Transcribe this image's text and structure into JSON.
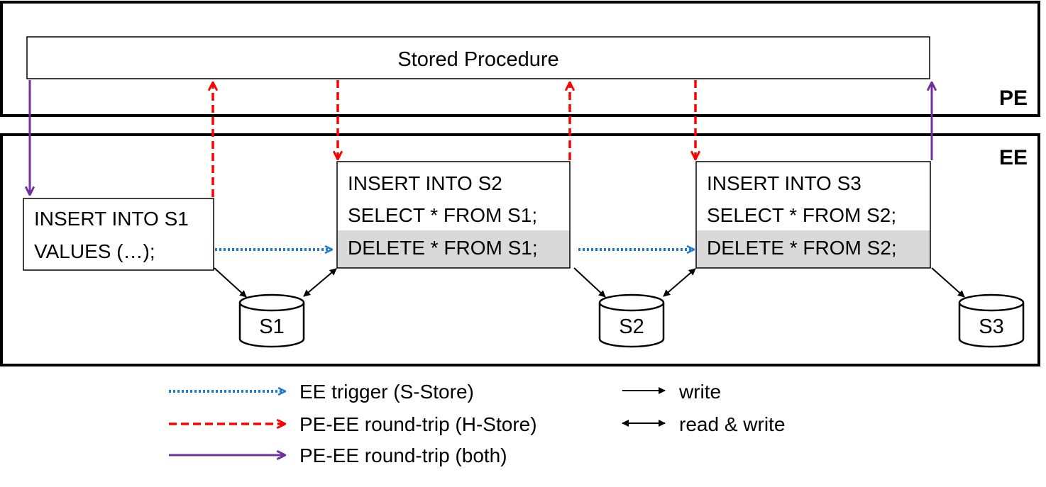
{
  "layers": {
    "pe_label": "PE",
    "ee_label": "EE"
  },
  "stored_procedure": {
    "label": "Stored Procedure"
  },
  "statements": [
    {
      "lines": [
        "INSERT INTO S1",
        "VALUES (…);"
      ]
    },
    {
      "lines": [
        "INSERT INTO S2",
        "SELECT * FROM S1;",
        "DELETE * FROM S1;"
      ]
    },
    {
      "lines": [
        "INSERT INTO S3",
        "SELECT * FROM S2;",
        "DELETE * FROM S2;"
      ]
    }
  ],
  "stores": [
    {
      "label": "S1"
    },
    {
      "label": "S2"
    },
    {
      "label": "S3"
    }
  ],
  "legend": {
    "ee_trigger": "EE trigger (S-Store)",
    "roundtrip_hstore": "PE-EE round-trip (H-Store)",
    "roundtrip_both": "PE-EE round-trip (both)",
    "write": "write",
    "read_write": "read & write"
  },
  "colors": {
    "ee_trigger": "#1F7ACB",
    "roundtrip_hstore": "#FF0000",
    "roundtrip_both": "#7030A0",
    "highlight": "#D9D9D9"
  }
}
